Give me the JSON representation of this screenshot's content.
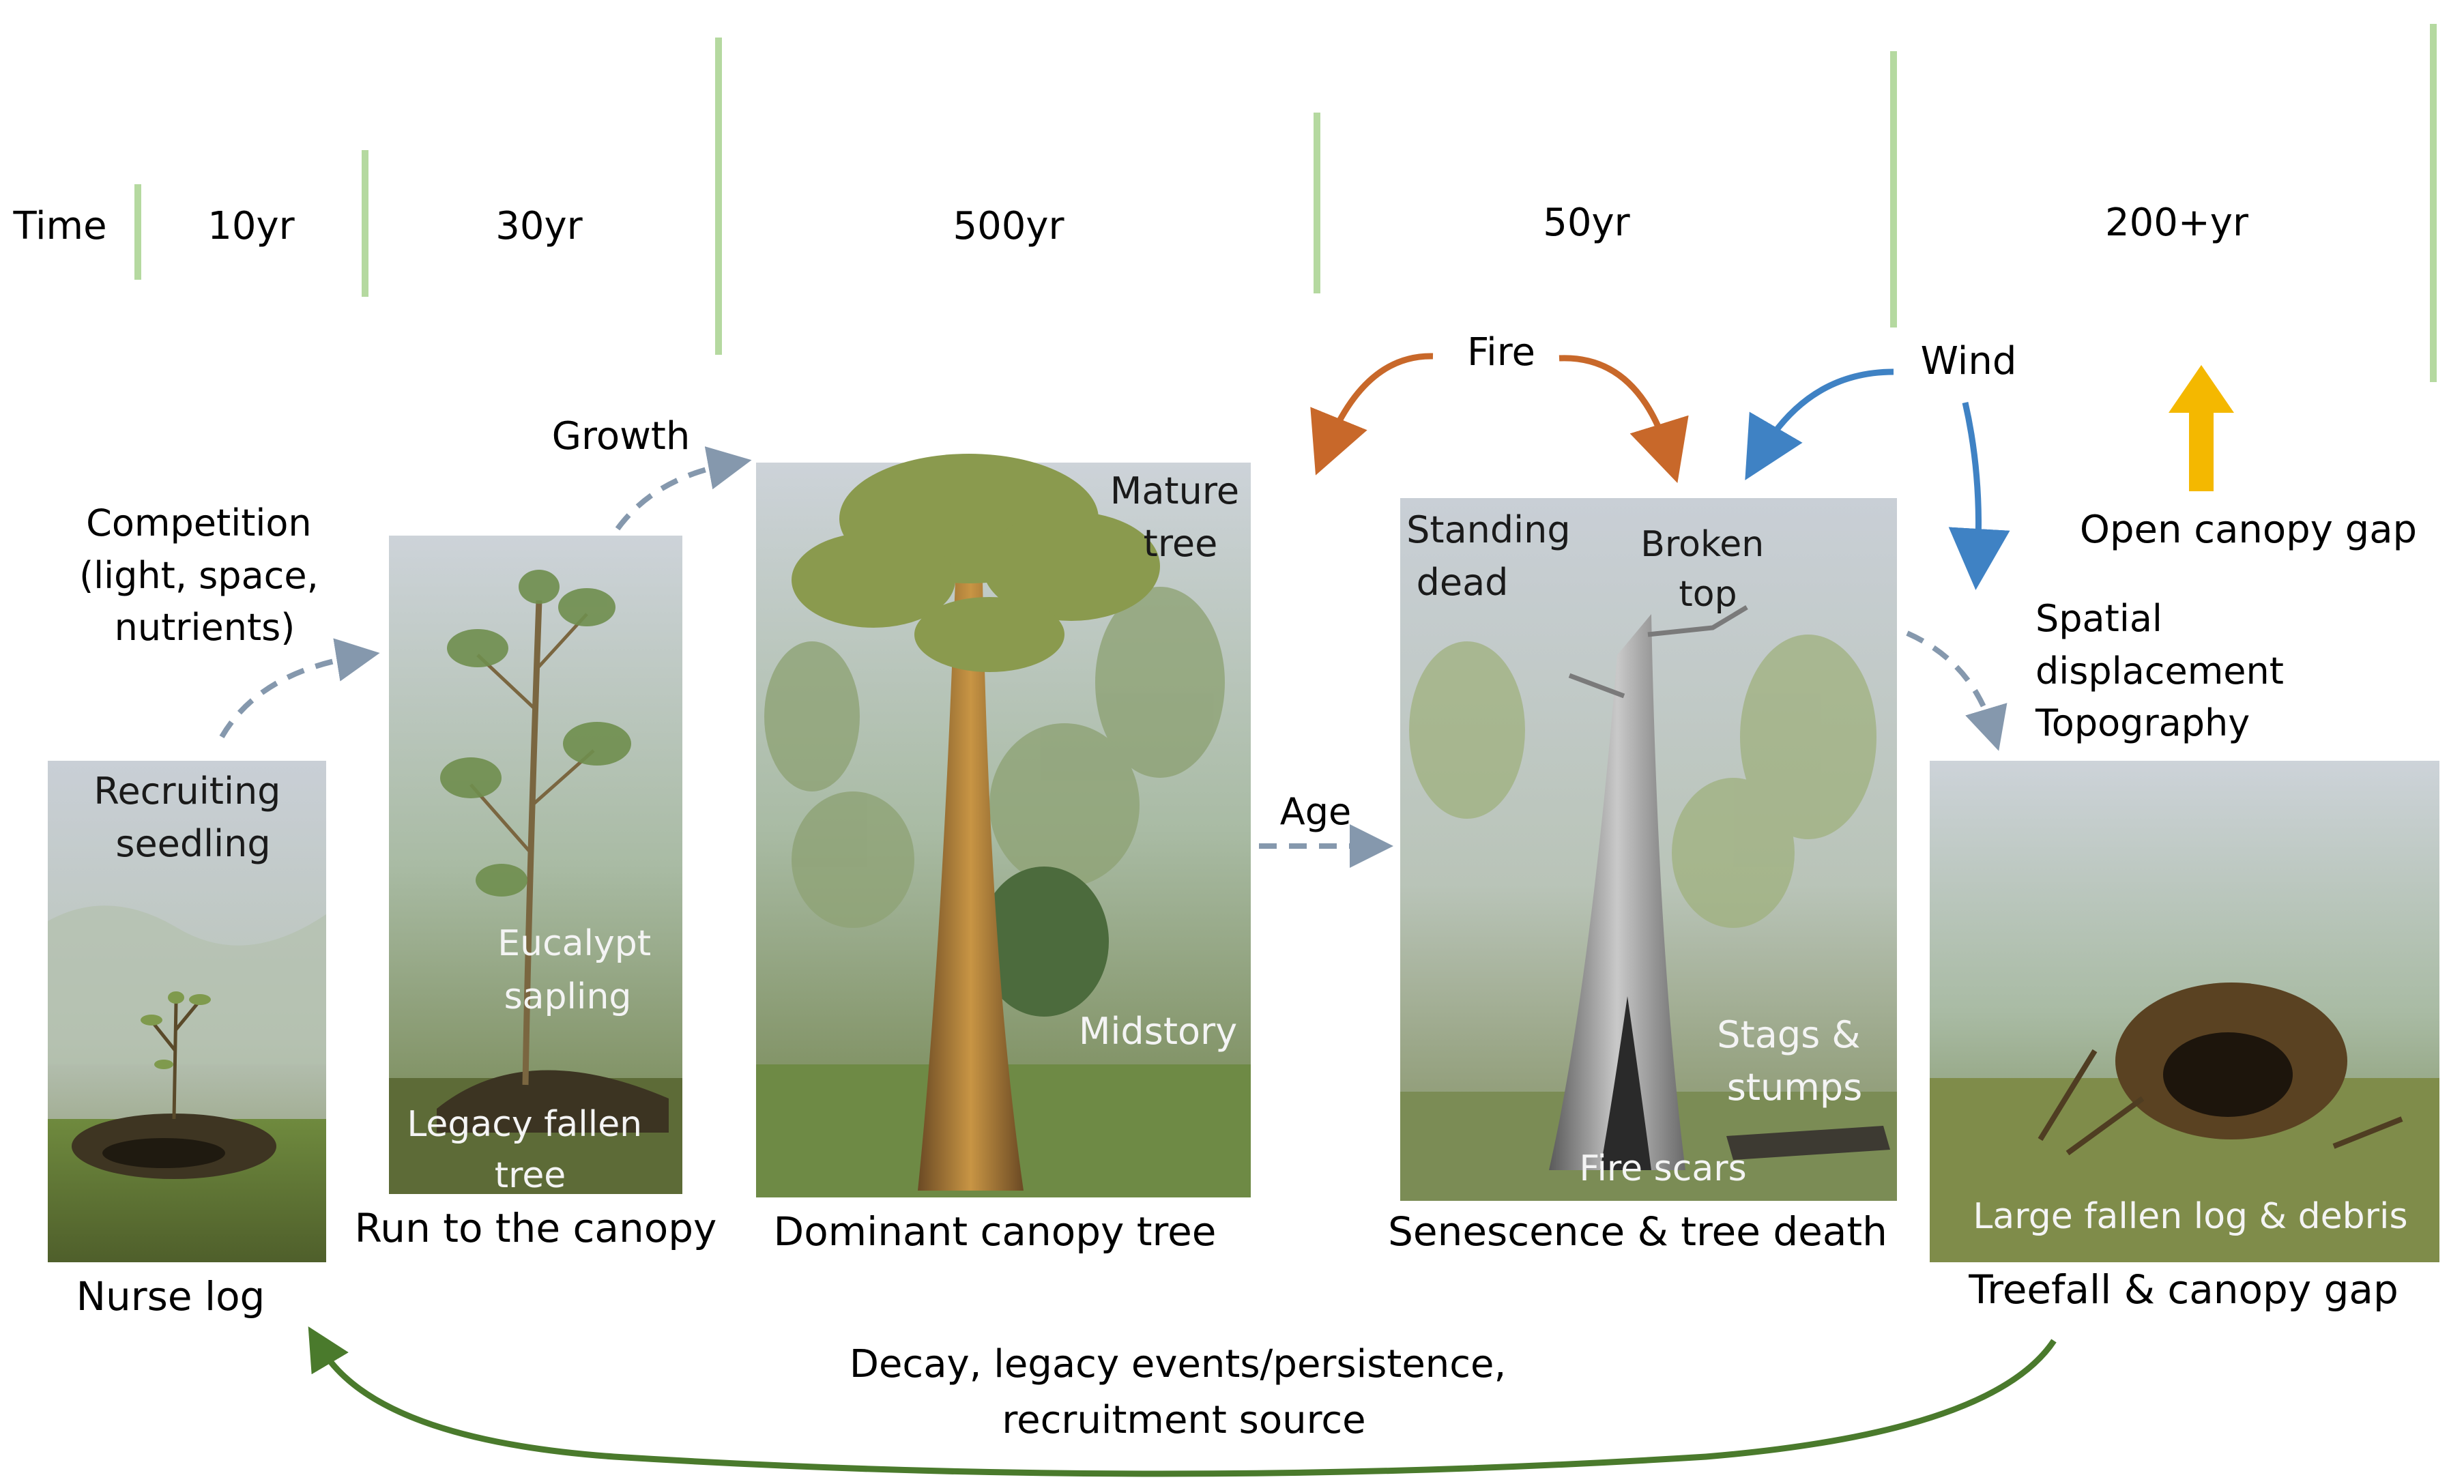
{
  "timeline": {
    "label": "Time",
    "durations": [
      "10yr",
      "30yr",
      "500yr",
      "50yr",
      "200+yr"
    ]
  },
  "processes": {
    "competition": [
      "Competition",
      "(light, space,",
      "nutrients)"
    ],
    "growth": "Growth",
    "age": "Age",
    "fire": "Fire",
    "wind": "Wind",
    "open_canopy_gap": "Open canopy gap",
    "spatial": [
      "Spatial",
      "displacement",
      "Topography"
    ],
    "decay": [
      "Decay, legacy events/persistence,",
      "recruitment source"
    ]
  },
  "stages": [
    {
      "id": "nurse-log",
      "caption": "Nurse log",
      "labels": [
        [
          "Recruiting",
          "seedling"
        ]
      ]
    },
    {
      "id": "run-to-canopy",
      "caption": "Run to the canopy",
      "labels": [
        [
          "Eucalypt",
          "sapling"
        ],
        [
          "Legacy fallen",
          "tree"
        ]
      ]
    },
    {
      "id": "dominant-canopy",
      "caption": "Dominant canopy tree",
      "labels": [
        [
          "Mature",
          "tree"
        ],
        [
          "Midstory"
        ]
      ]
    },
    {
      "id": "senescence",
      "caption": "Senescence & tree death",
      "labels": [
        [
          "Standing",
          "dead"
        ],
        [
          "Broken",
          "top"
        ],
        [
          "Stags &",
          "stumps"
        ],
        [
          "Fire scars"
        ]
      ]
    },
    {
      "id": "treefall",
      "caption": "Treefall & canopy gap",
      "labels": [
        [
          "Large fallen log & debris"
        ]
      ]
    }
  ],
  "colors": {
    "timeline_tick": "#b5d9a0",
    "fire_arrow": "#c8682a",
    "wind_arrow": "#3f82c4",
    "gap_arrow": "#f4b800",
    "dashed_arrow": "#8598ad",
    "decay_arrow": "#4a7a2c"
  }
}
